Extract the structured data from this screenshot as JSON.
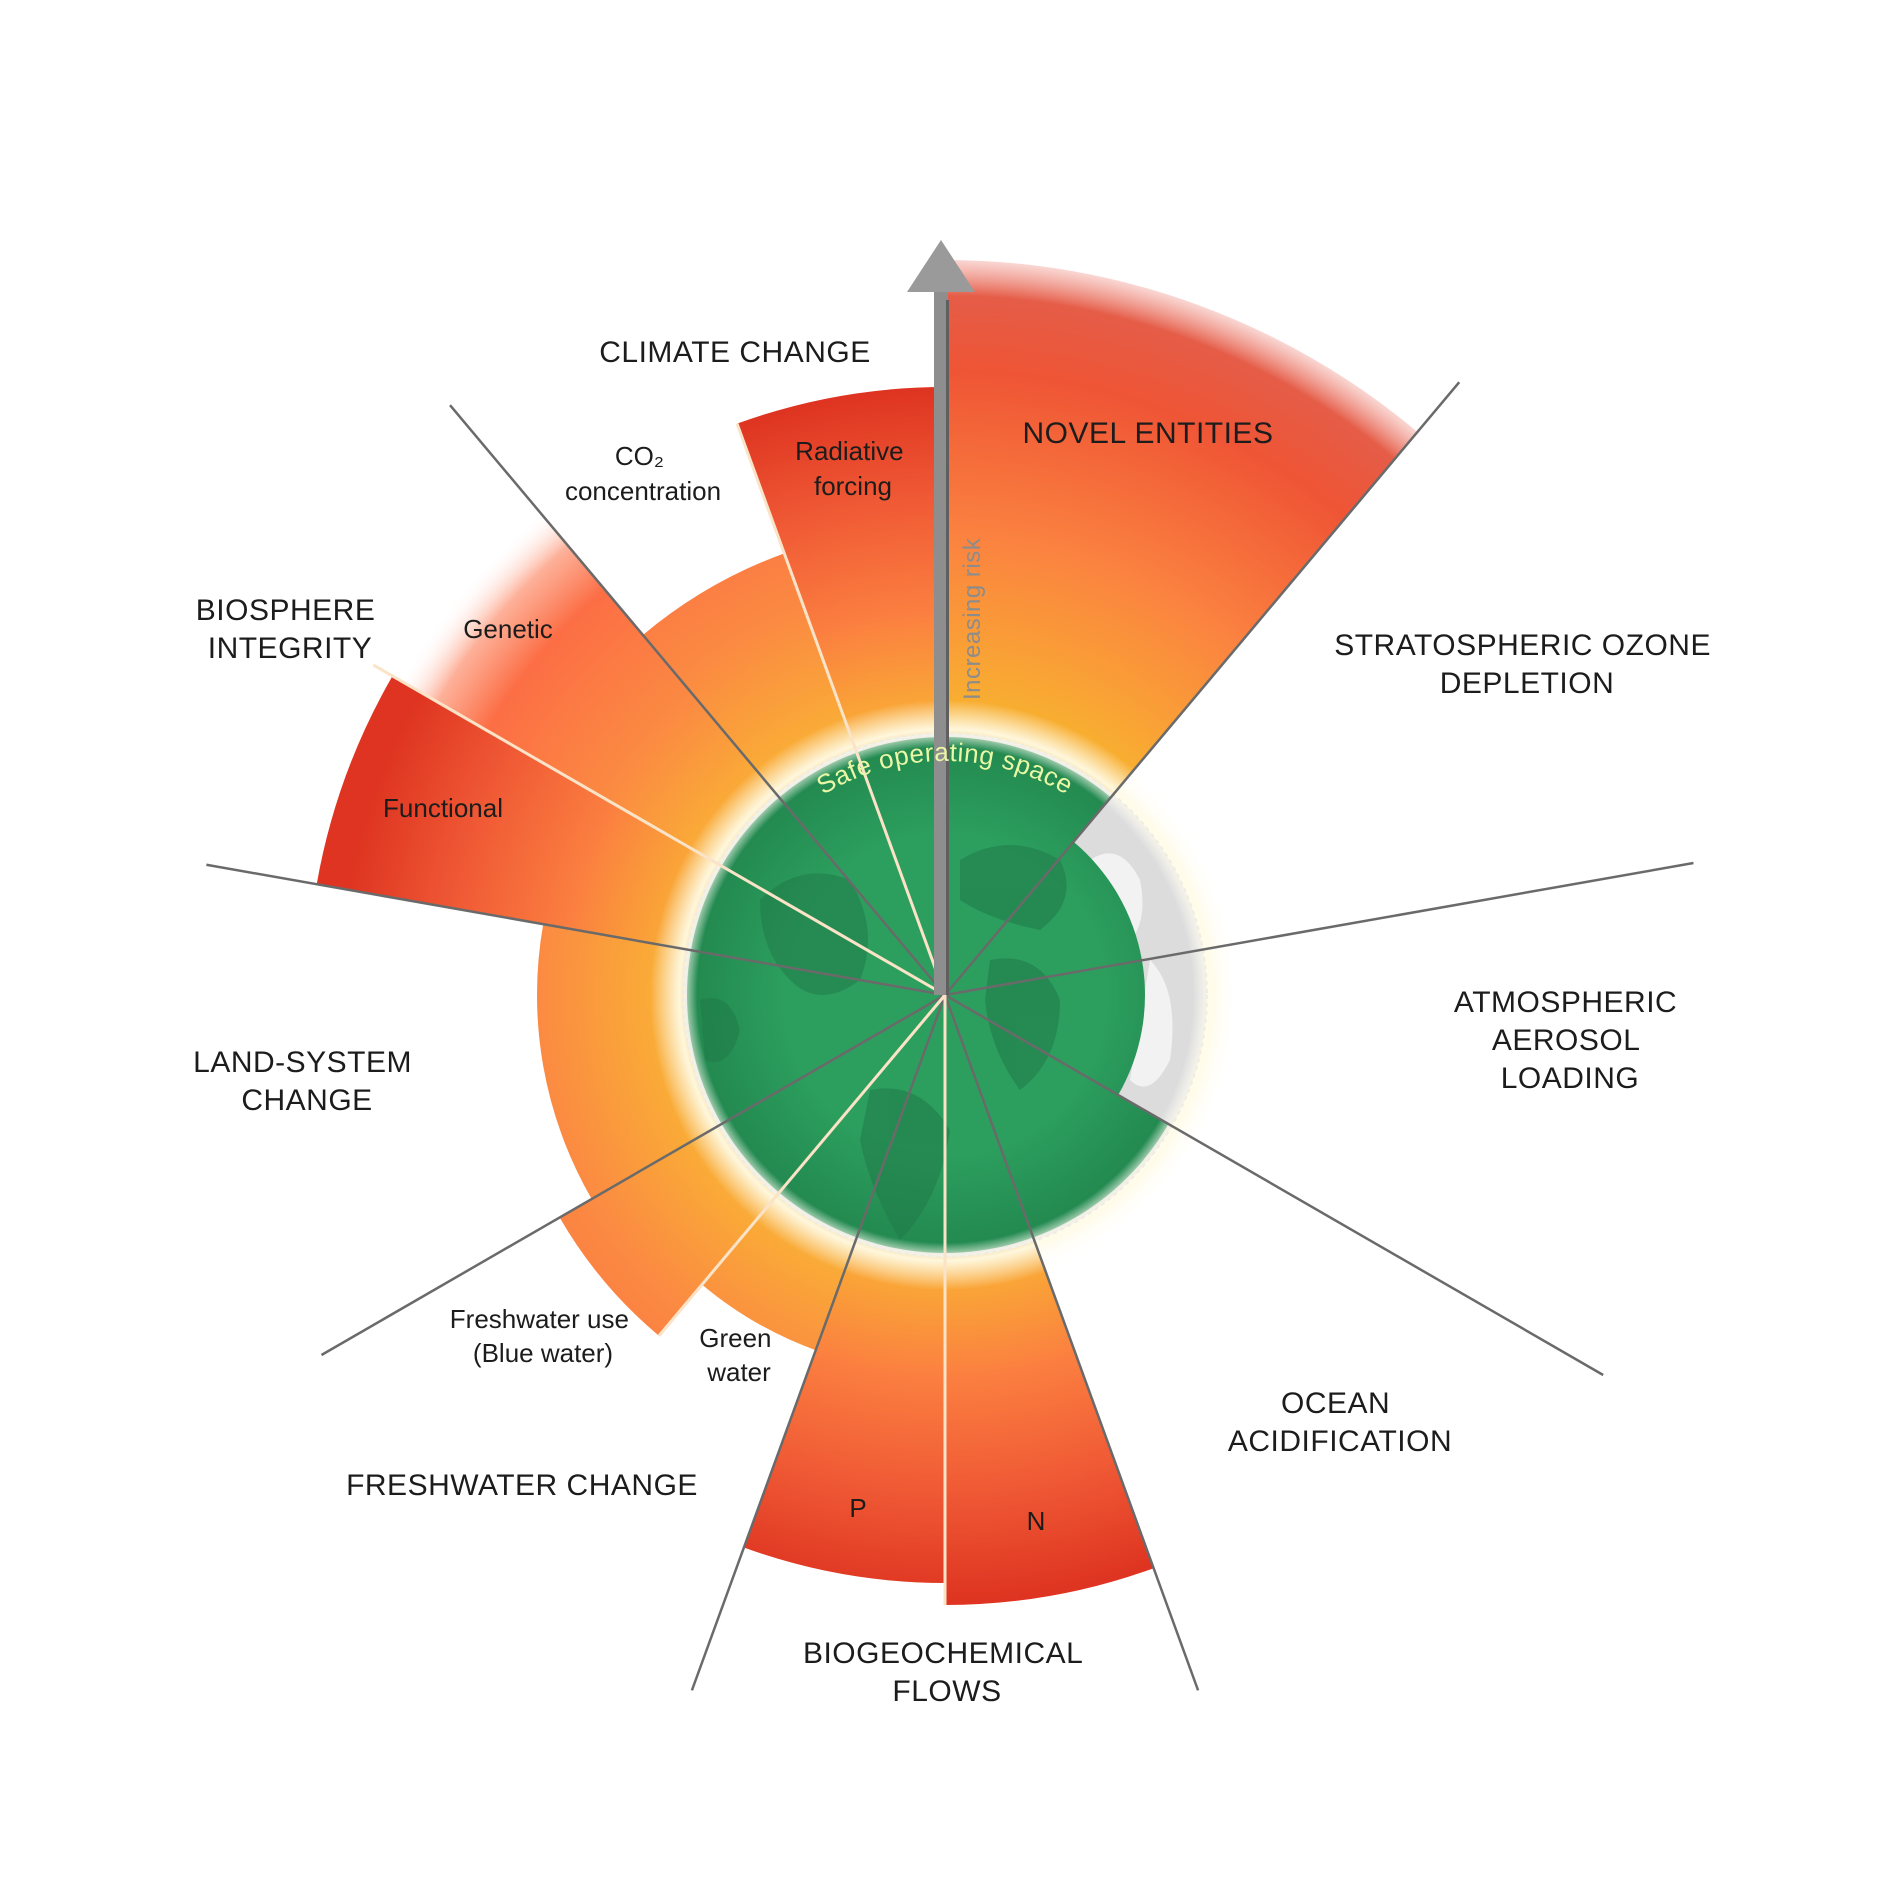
{
  "risk_axis_label": "Increasing risk",
  "safe_space_label": "Safe operating space",
  "boundaries": {
    "climate_change": "CLIMATE CHANGE",
    "novel_entities": "NOVEL ENTITIES",
    "ozone": [
      "STRATOSPHERIC OZONE",
      "DEPLETION"
    ],
    "aerosol": [
      "ATMOSPHERIC",
      "AEROSOL",
      "LOADING"
    ],
    "ocean": [
      "OCEAN",
      "ACIDIFICATION"
    ],
    "biogeochemical": [
      "BIOGEOCHEMICAL",
      "FLOWS"
    ],
    "freshwater": "FRESHWATER CHANGE",
    "land_system": [
      "LAND-SYSTEM",
      "CHANGE"
    ],
    "biosphere": [
      "BIOSPHERE",
      "INTEGRITY"
    ]
  },
  "sub_labels": {
    "co2": [
      "CO₂",
      "concentration"
    ],
    "radiative": [
      "Radiative",
      "forcing"
    ],
    "genetic": "Genetic",
    "functional": "Functional",
    "blue_water": [
      "Freshwater use",
      "(Blue water)"
    ],
    "green_water": [
      "Green",
      "water"
    ],
    "phosphorus": "P",
    "nitrogen": "N"
  },
  "colors": {
    "safe_green": "#2a9d5c",
    "safe_green_dark": "#1f7a47",
    "yellow": "#f8b732",
    "orange": "#fb7a43",
    "red": "#df3322",
    "grey_globe": "#d9d9d9",
    "divider": "#6a6a6a",
    "arrow": "#9a9a9a"
  }
}
